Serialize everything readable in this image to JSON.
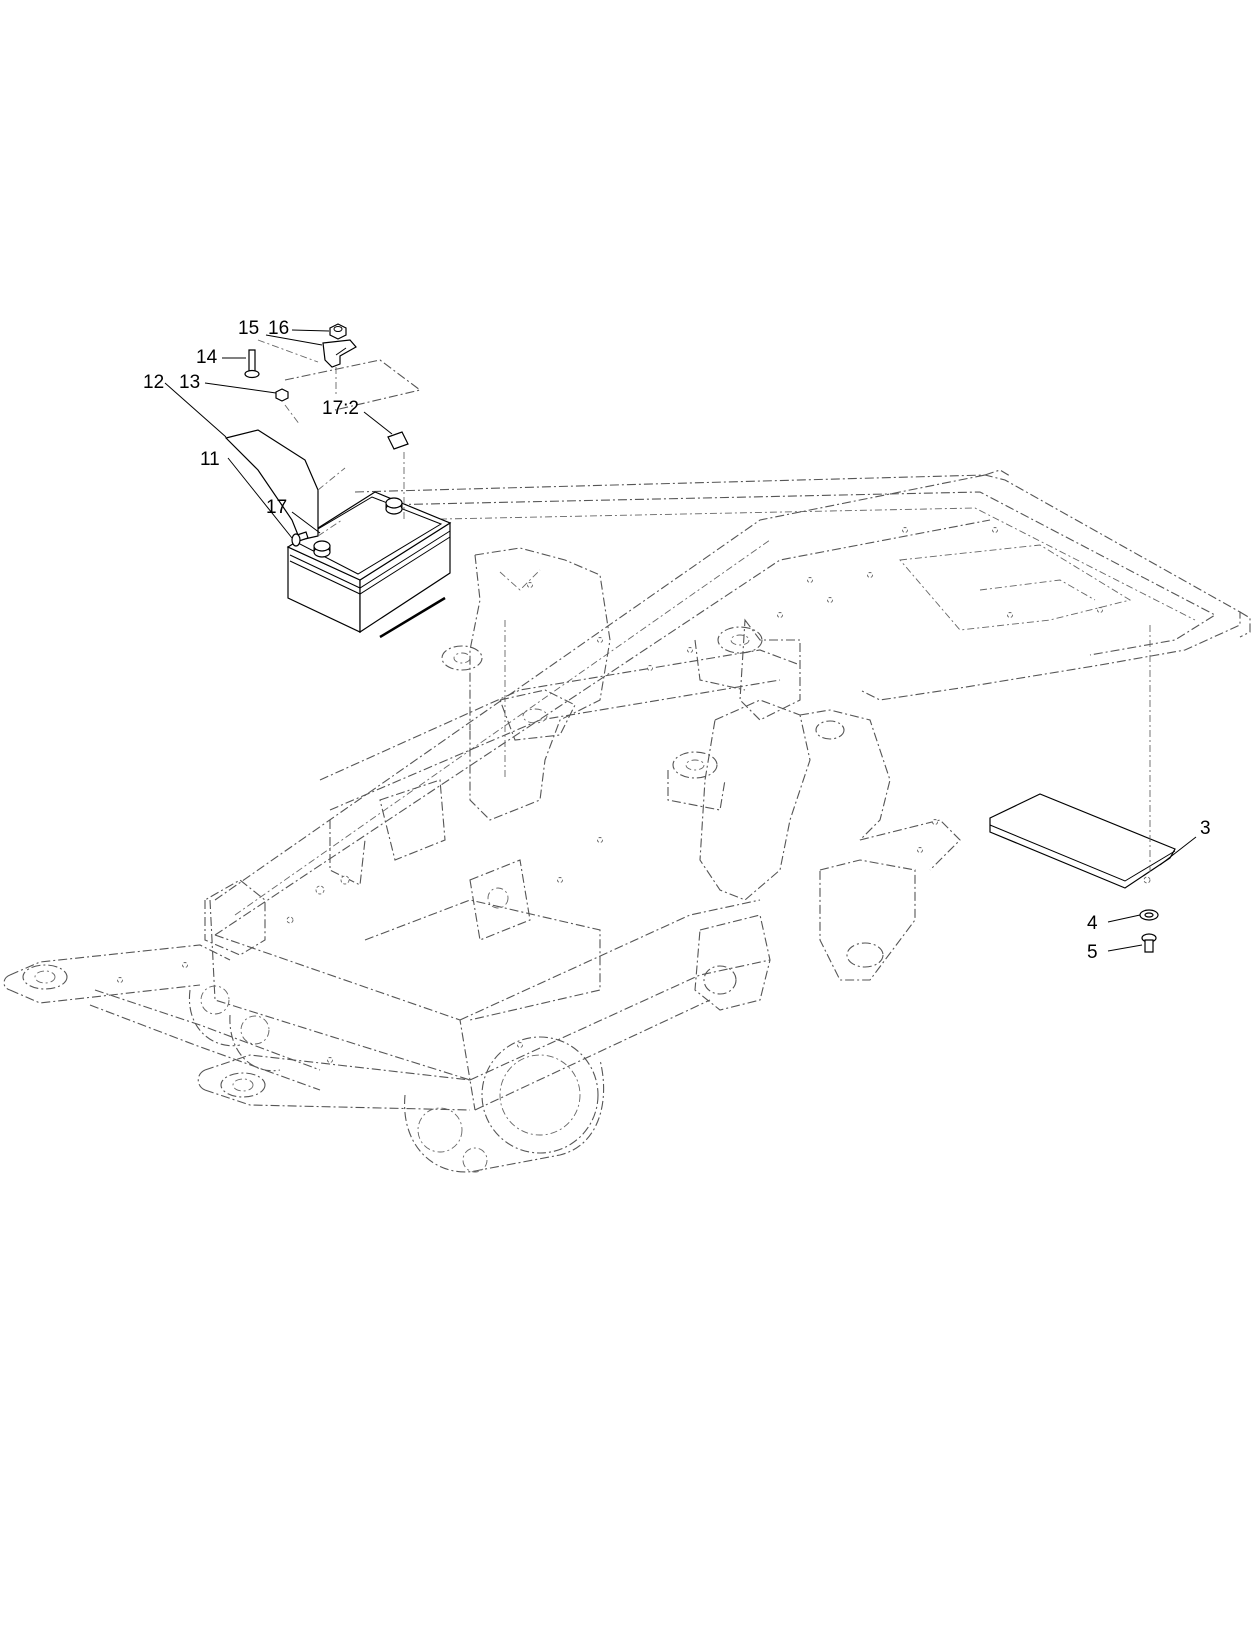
{
  "diagram": {
    "callouts": [
      {
        "id": "c17-2",
        "text": "17:2"
      },
      {
        "id": "c17",
        "text": "17"
      },
      {
        "id": "c16",
        "text": "16"
      },
      {
        "id": "c15",
        "text": "15"
      },
      {
        "id": "c14",
        "text": "14"
      },
      {
        "id": "c13",
        "text": "13"
      },
      {
        "id": "c12",
        "text": "12"
      },
      {
        "id": "c11",
        "text": "11"
      },
      {
        "id": "c3",
        "text": "3"
      },
      {
        "id": "c4",
        "text": "4"
      },
      {
        "id": "c5",
        "text": "5"
      }
    ]
  }
}
